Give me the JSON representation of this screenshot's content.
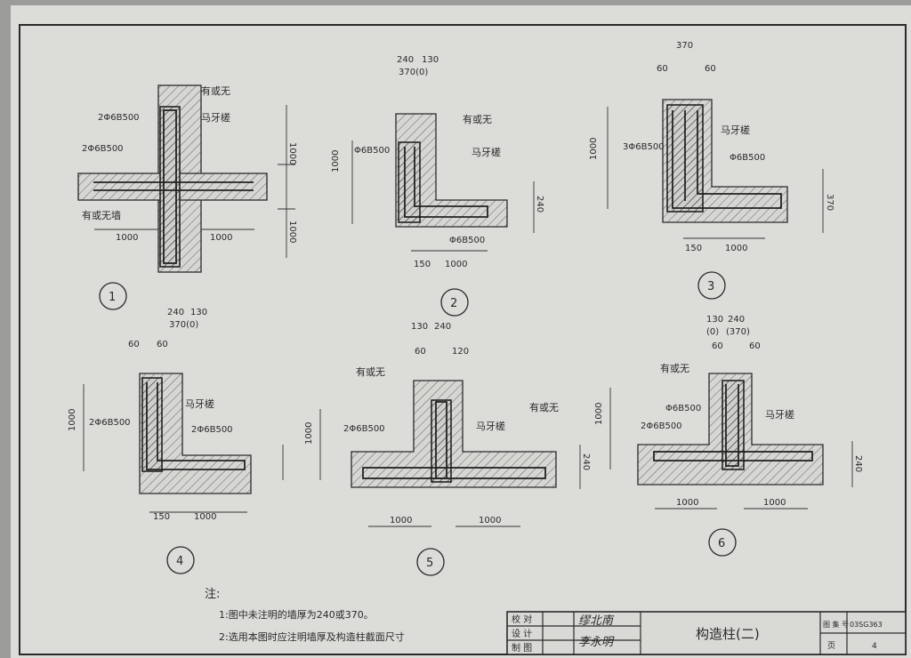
{
  "labels": {
    "you_huo_wu": "有或无",
    "you_huo_wu_qiang": "有或无墙",
    "ma_ya_cha": "马牙槎",
    "r2_6_500": "2Φ6Β500",
    "r1_6_500": "Φ6Β500",
    "r3_6_500": "3Φ6Β500"
  },
  "dims": {
    "d1000": "1000",
    "d150": "150",
    "d240": "240",
    "d130": "130",
    "d370_0": "370(0)",
    "d370": "370",
    "d60": "60",
    "d120": "120",
    "d370p": "(370)",
    "d0p": "(0)"
  },
  "numbers": [
    "1",
    "2",
    "3",
    "4",
    "5",
    "6"
  ],
  "notes": {
    "header": "注:",
    "line1": "1:图中未注明的墙厚为240或370。",
    "line2": "2:选用本图时应注明墙厚及构造柱截面尺寸"
  },
  "title_block": {
    "title": "构造柱(二)",
    "row1": "校  对",
    "row2": "设  计",
    "row3": "制  图",
    "sig1": "缪北南",
    "sig2": "李永明",
    "atlas": "图 集 号",
    "atlas_no": "03SG363",
    "page": "页",
    "page_no": "4"
  }
}
